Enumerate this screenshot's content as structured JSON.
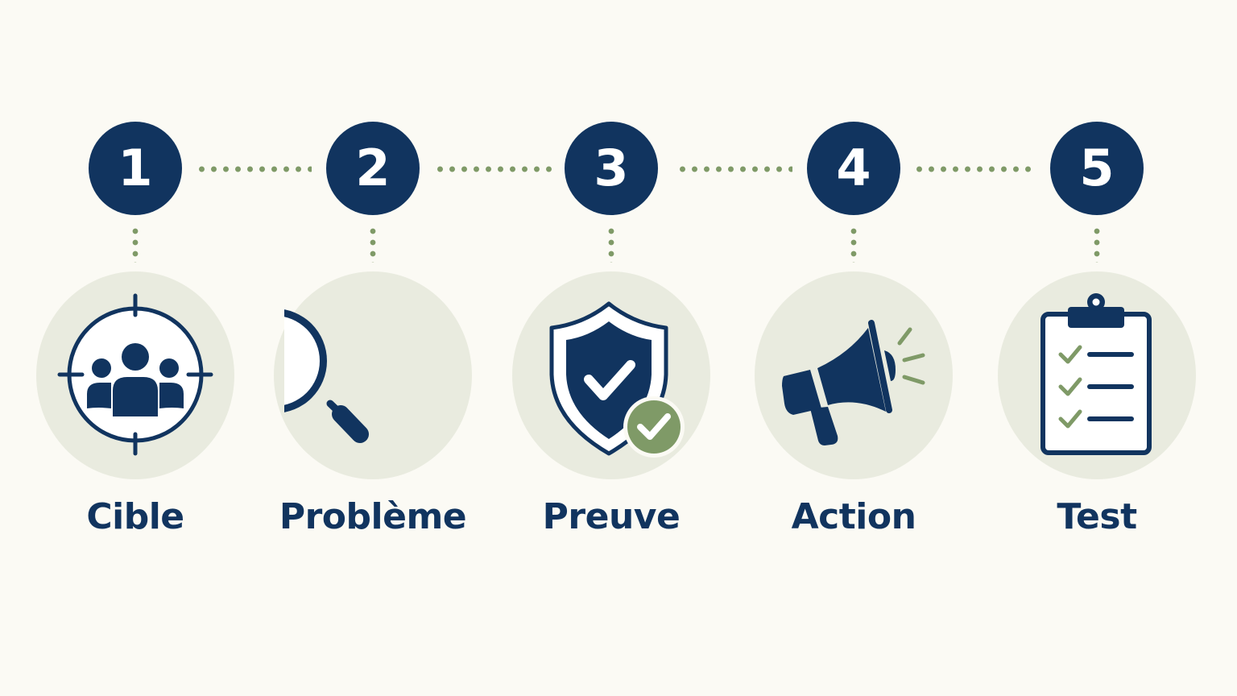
{
  "colors": {
    "navy": "#11345f",
    "green": "#7f9a67",
    "circle_bg": "#e9ebdf",
    "page_bg": "#fbfaf4"
  },
  "steps": [
    {
      "number": "1",
      "label": "Cible",
      "icon": "target-people-icon"
    },
    {
      "number": "2",
      "label": "Problème",
      "icon": "magnifier-exclamation-icon"
    },
    {
      "number": "3",
      "label": "Preuve",
      "icon": "shield-check-icon"
    },
    {
      "number": "4",
      "label": "Action",
      "icon": "megaphone-icon"
    },
    {
      "number": "5",
      "label": "Test",
      "icon": "clipboard-checklist-icon"
    }
  ]
}
